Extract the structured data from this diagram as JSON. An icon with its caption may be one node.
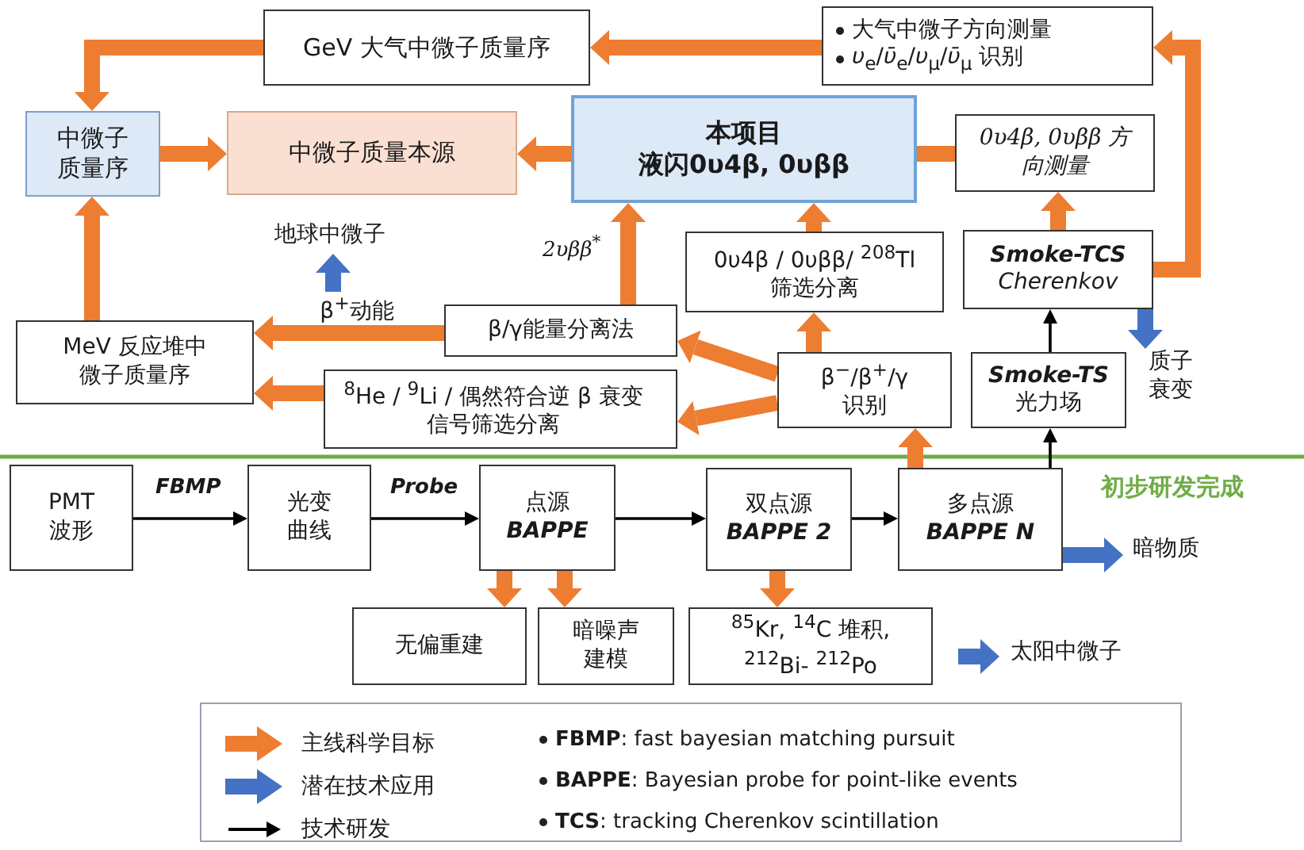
{
  "diagram": {
    "nodes": [
      {
        "text": [
          "GeV 大气中微子质量序"
        ]
      },
      {
        "text": [
          "大气中微子方向测量",
          "*υ*$_{e}$/*ῡ*$_{e}$/*υ*$_{μ}$/*ῡ*$_{μ}$ 识别"
        ]
      },
      {
        "text": [
          "中微子质量序"
        ]
      },
      {
        "text": [
          "中微子质量本源"
        ]
      },
      {
        "text": [
          "本项目",
          "液闪0υ4β, 0υββ"
        ]
      },
      {
        "text": [
          "0υ4β, 0υββ 方向测量"
        ]
      },
      {
        "text": [
          "地球中微子"
        ]
      },
      {
        "text": [
          "β$^{+}$动能"
        ]
      },
      {
        "text": [
          "0υ4β / 0υββ/ $^{208}$Tl 筛选分离"
        ]
      },
      {
        "text": [
          "Smoke-TCS",
          "Cherenkov"
        ]
      },
      {
        "text": [
          "MeV 反应堆中微子质量序"
        ]
      },
      {
        "text": [
          "β/γ能量分离法"
        ]
      },
      {
        "text": [
          "$^{8}$He / $^{9}$Li / 偶然符合逆 β 衰变信号筛选分离"
        ]
      },
      {
        "text": [
          "β$^{−}$/β$^{+}$/γ 识别"
        ]
      },
      {
        "text": [
          "Smoke-TS",
          "光力场"
        ]
      },
      {
        "text": [
          "质子衰变"
        ]
      },
      {
        "text": [
          "PMT 波形"
        ]
      },
      {
        "text": [
          "光变曲线"
        ]
      },
      {
        "text": [
          "点源",
          "BAPPE"
        ]
      },
      {
        "text": [
          "双点源",
          "BAPPE 2"
        ]
      },
      {
        "text": [
          "多点源",
          "BAPPE N"
        ]
      },
      {
        "text": [
          "暗物质"
        ]
      },
      {
        "text": [
          "无偏重建"
        ]
      },
      {
        "text": [
          "暗噪声建模"
        ]
      },
      {
        "text": [
          "$^{85}$Kr, $^{14}$C 堆积, $^{212}$Bi- $^{212}$Po"
        ]
      },
      {
        "text": [
          "太阳中微子"
        ]
      }
    ],
    "edges": [
      {
        "from": 1,
        "to": 0,
        "arrow": "to"
      },
      {
        "from": 0,
        "to": 2,
        "arrow": "to"
      },
      {
        "from": 2,
        "to": 3,
        "arrow": "to"
      },
      {
        "from": 4,
        "to": 3,
        "arrow": "to"
      },
      {
        "from": 5,
        "to": 4,
        "arrow": "to"
      },
      {
        "from": 9,
        "to": 1,
        "arrow": "to"
      },
      {
        "from": 9,
        "to": 5,
        "arrow": "to"
      },
      {
        "from": 8,
        "to": 4,
        "arrow": "to"
      },
      {
        "from": 11,
        "to": 4,
        "arrow": "to",
        "label": "2υββ$^{*}$"
      },
      {
        "from": 11,
        "to": 10,
        "arrow": "to"
      },
      {
        "from": 7,
        "to": 6,
        "arrow": "to",
        "color": "#4472c4"
      },
      {
        "from": 12,
        "to": 10,
        "arrow": "to"
      },
      {
        "from": 10,
        "to": 2,
        "arrow": "to"
      },
      {
        "from": 13,
        "to": 11,
        "arrow": "to"
      },
      {
        "from": 13,
        "to": 12,
        "arrow": "to"
      },
      {
        "from": 13,
        "to": 8,
        "arrow": "to"
      },
      {
        "from": 14,
        "to": 9,
        "arrow": "to",
        "color": "#000000"
      },
      {
        "from": 9,
        "to": 15,
        "arrow": "to",
        "color": "#4472c4"
      },
      {
        "from": 16,
        "to": 17,
        "arrow": "to",
        "color": "#000000",
        "label": "FBMP"
      },
      {
        "from": 17,
        "to": 18,
        "arrow": "to",
        "color": "#000000",
        "label": "Probe"
      },
      {
        "from": 18,
        "to": 19,
        "arrow": "to",
        "color": "#000000"
      },
      {
        "from": 19,
        "to": 20,
        "arrow": "to",
        "color": "#000000"
      },
      {
        "from": 20,
        "to": 13,
        "arrow": "to"
      },
      {
        "from": 20,
        "to": 14,
        "arrow": "to",
        "color": "#000000"
      },
      {
        "from": 20,
        "to": 21,
        "arrow": "to",
        "color": "#4472c4"
      },
      {
        "from": 18,
        "to": 22,
        "arrow": "to"
      },
      {
        "from": 18,
        "to": 23,
        "arrow": "to"
      },
      {
        "from": 19,
        "to": 24,
        "arrow": "to"
      },
      {
        "from": null,
        "to": 25,
        "arrow": "to",
        "color": "#4472c4"
      }
    ],
    "labels": [
      "初步研发完成",
      "**FBMP**: fast bayesian matching pursuit",
      "**BAPPE**: Bayesian probe for point-like events",
      "**TCS**: tracking Cherenkov scintillation"
    ],
    "legend": [
      {
        "text": "主线科学目标",
        "color": "#ed7d31"
      },
      {
        "text": "潜在技术应用",
        "color": "#4472c4"
      },
      {
        "text": "技术研发"
      }
    ]
  }
}
